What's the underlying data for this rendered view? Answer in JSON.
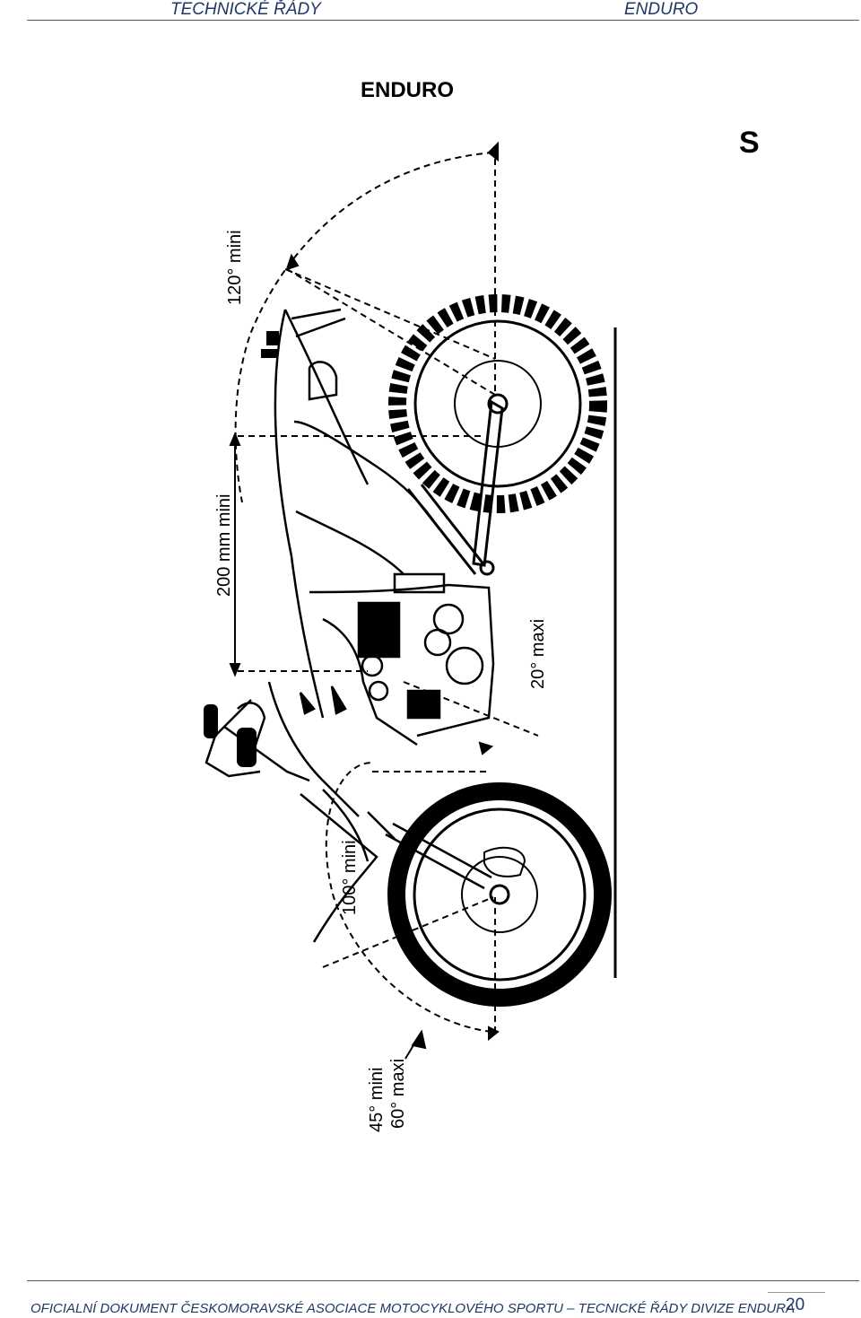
{
  "header": {
    "left": "TECHNICKÉ ŘÁDY",
    "right": "ENDURO"
  },
  "figure": {
    "title": "ENDURO",
    "class_letter": "S",
    "labels": {
      "angle_rear": "120° mini",
      "length_seat": "200 mm mini",
      "angle_mid": "20° maxi",
      "angle_front": "100° mini",
      "angle_front_min": "45° mini",
      "angle_front_max": "60° maxi"
    }
  },
  "footer": {
    "text": "OFICIALNÍ DOKUMENT ČESKOMORAVSKÉ ASOCIACE MOTOCYKLOVÉHO SPORTU – TECNICKÉ ŘÁDY DIVIZE ENDURA",
    "page_number": "20"
  }
}
